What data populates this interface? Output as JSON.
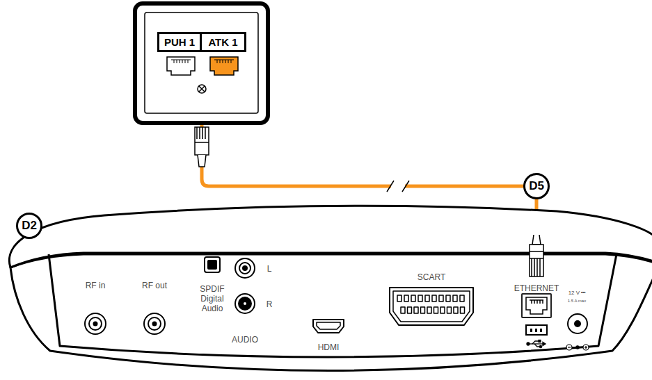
{
  "diagram": {
    "nodes": [
      {
        "text": [
          "PUH 1"
        ]
      },
      {
        "text": [
          "ATK 1"
        ]
      },
      {
        "text": [
          "ETHERNET"
        ]
      }
    ],
    "edges": [
      {
        "from": 1,
        "to": 2,
        "arrow": "none"
      }
    ],
    "labels": [
      "D2",
      "D5",
      "RF in",
      "RF out",
      "SPDIF Digital Audio",
      "L",
      "R",
      "AUDIO",
      "HDMI",
      "SCART",
      "12 V ⎓",
      "1.5 A max"
    ]
  }
}
